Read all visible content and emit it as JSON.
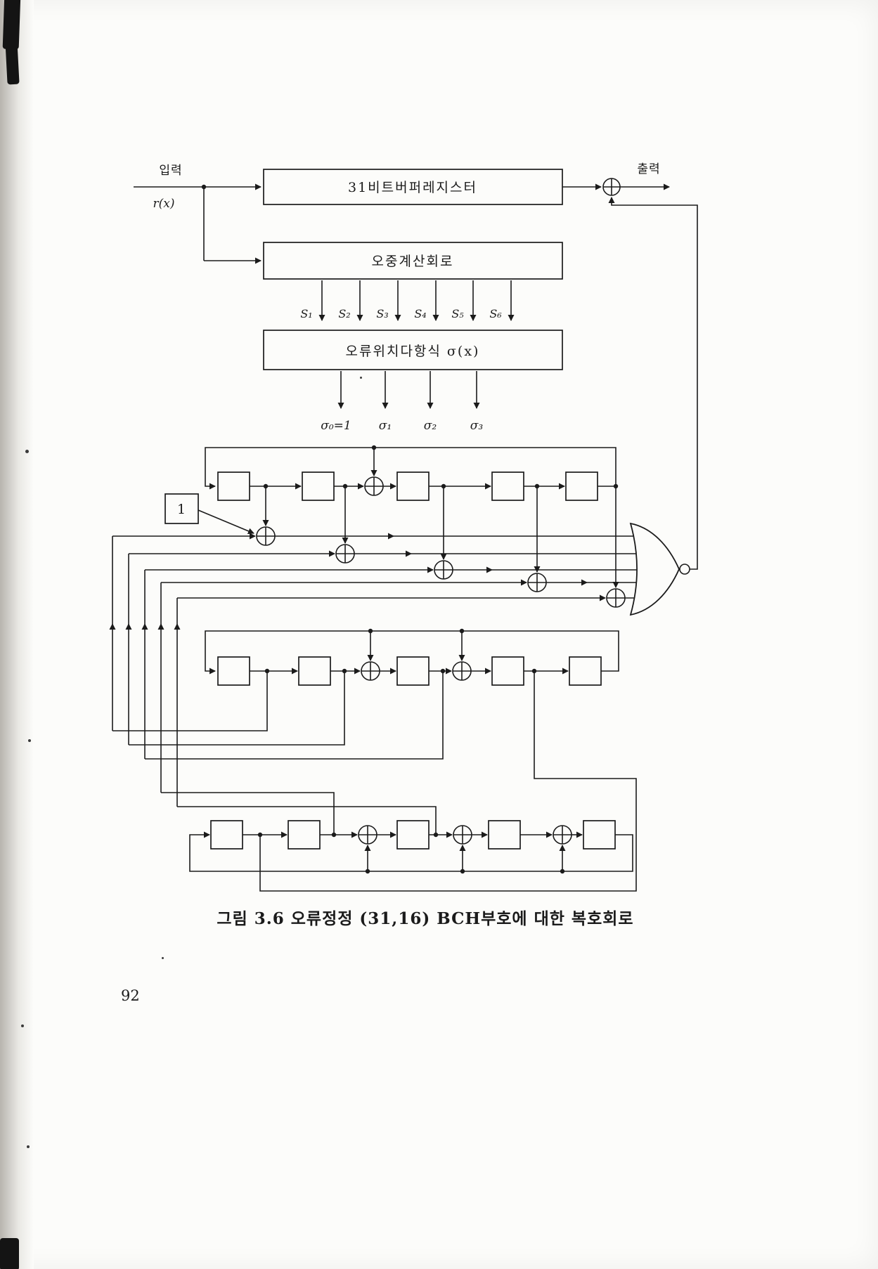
{
  "page": {
    "number": "92",
    "caption": "그림 3.6 오류정정 (31,16) BCH부호에 대한 복호회로"
  },
  "diagram": {
    "labels": {
      "input": "입력",
      "input_signal": "r(x)",
      "output": "출력",
      "one": "1"
    },
    "blocks": {
      "buffer": "31비트버퍼레지스터",
      "syndrome": "오중계산회로",
      "sigma": "오류위치다항식 σ(x)"
    },
    "syndrome_outputs": [
      "S₁",
      "S₂",
      "S₃",
      "S₄",
      "S₅",
      "S₆"
    ],
    "sigma_outputs": [
      "σ₀=1",
      "σ₁",
      "σ₂",
      "σ₃"
    ],
    "ink_color": "#1b1b1b"
  }
}
